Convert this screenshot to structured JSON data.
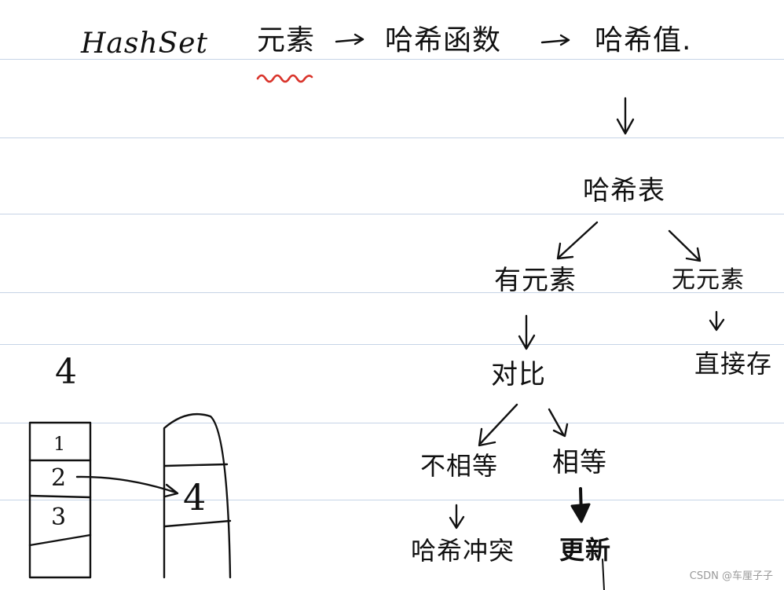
{
  "title": "HashSet",
  "flow": {
    "element": "元素",
    "hash_function": "哈希函数",
    "hash_value": "哈希值."
  },
  "tree": {
    "hash_table": "哈希表",
    "has_element": "有元素",
    "no_element": "无元素",
    "store_directly": "直接存",
    "compare": "对比",
    "not_equal": "不相等",
    "equal": "相等",
    "hash_collision": "哈希冲突",
    "update": "更新"
  },
  "sketch": {
    "label_above": "4",
    "table_slots": [
      "1",
      "2",
      "3"
    ],
    "bucket_value": "4"
  },
  "watermark": "CSDN @车厘子子",
  "colors": {
    "ink": "#111111",
    "squiggle": "#d9342b",
    "rule": "#c6d4e6",
    "watermark": "#9a9a9a"
  }
}
